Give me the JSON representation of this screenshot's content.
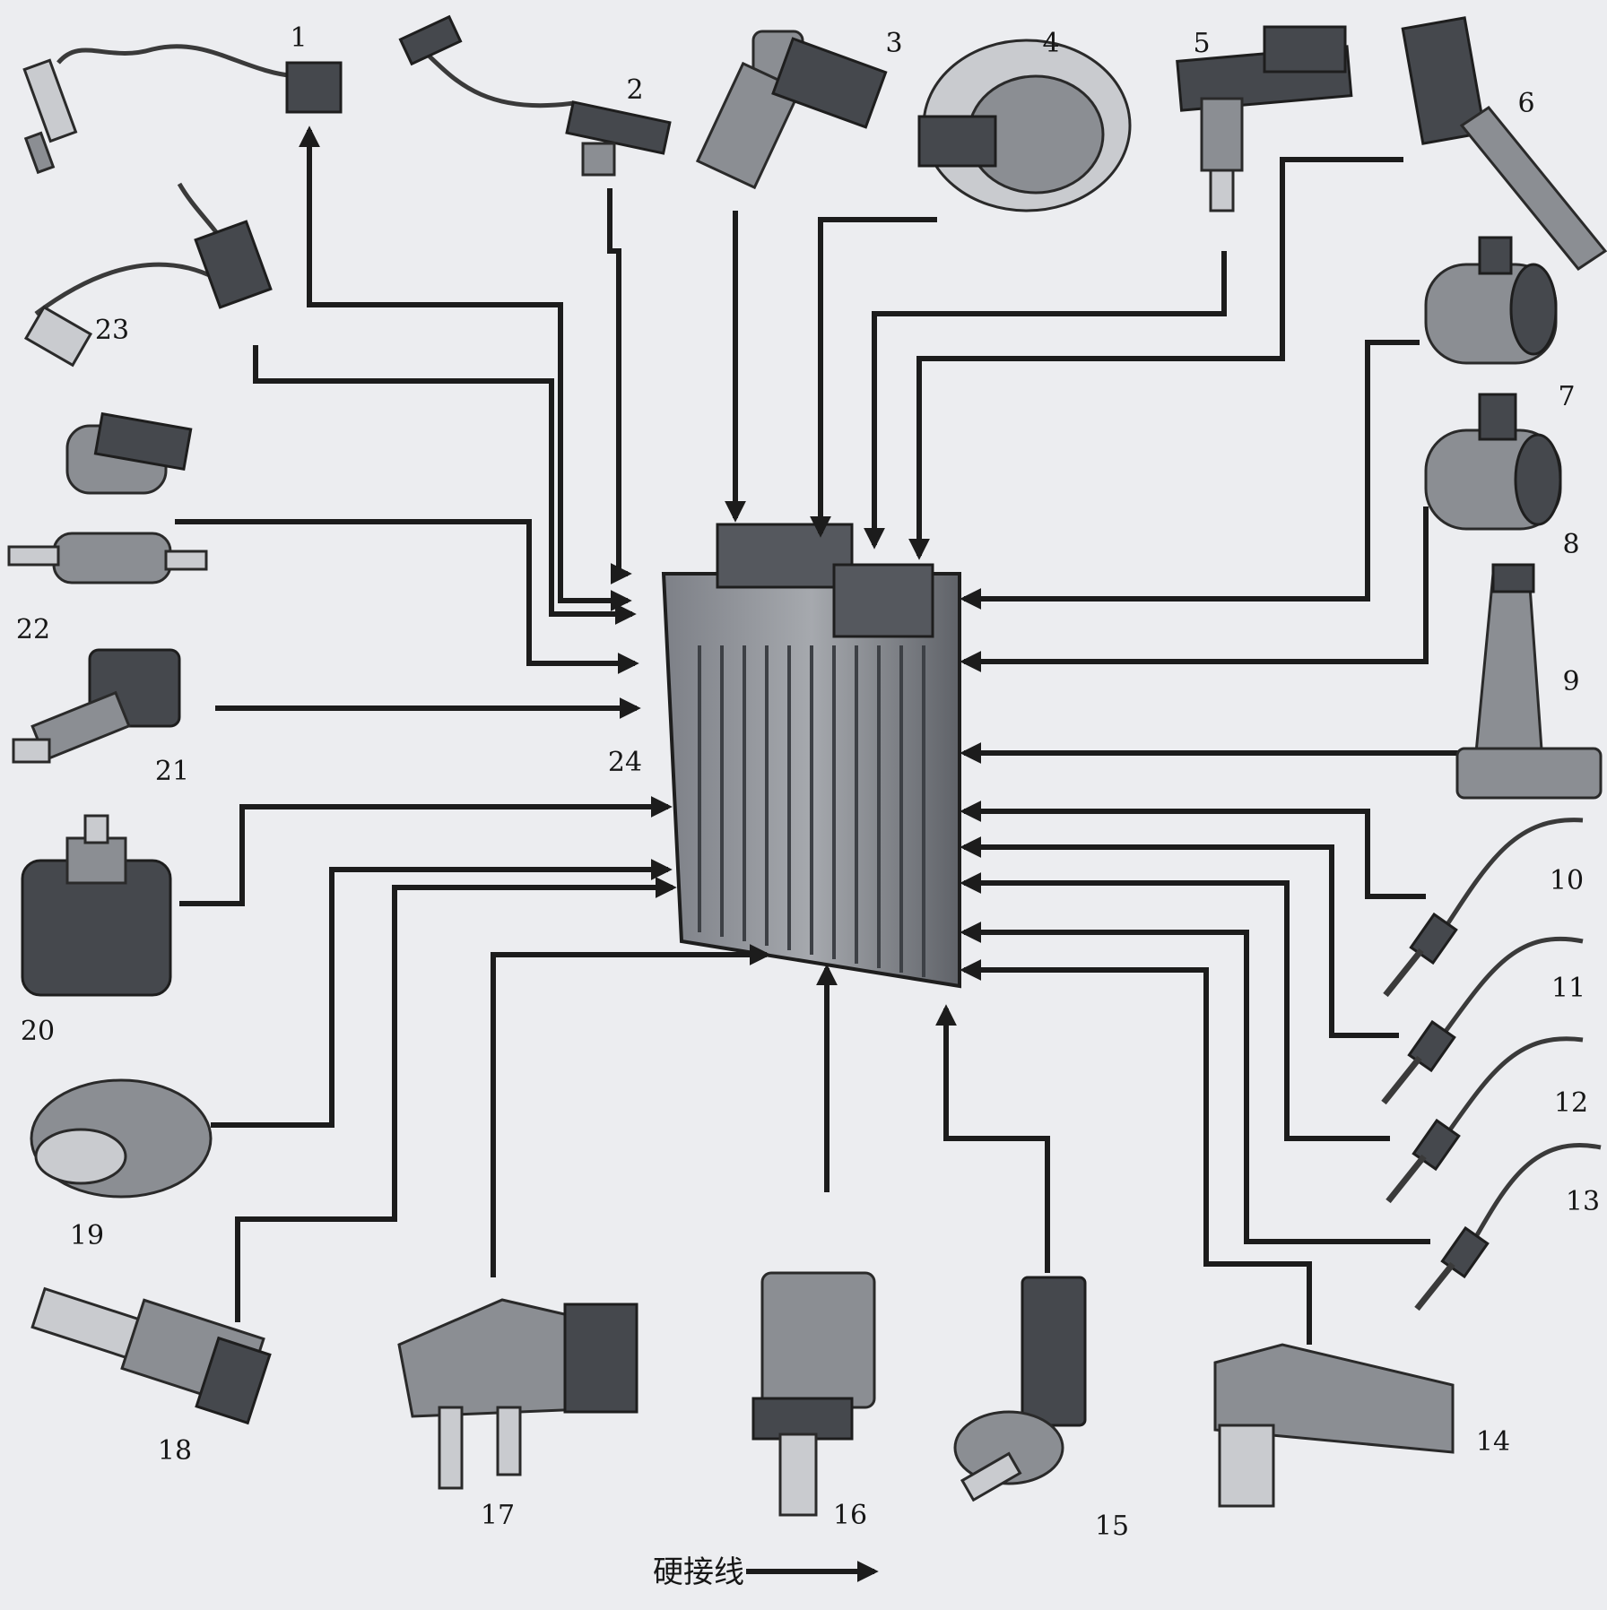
{
  "labels": {
    "c1": "1",
    "c2": "2",
    "c3": "3",
    "c4": "4",
    "c5": "5",
    "c6": "6",
    "c7": "7",
    "c8": "8",
    "c9": "9",
    "c10": "10",
    "c11": "11",
    "c12": "12",
    "c13": "13",
    "c14": "14",
    "c15": "15",
    "c16": "16",
    "c17": "17",
    "c18": "18",
    "c19": "19",
    "c20": "20",
    "c21": "21",
    "c22": "22",
    "c23": "23",
    "ecu": "24"
  },
  "legend": {
    "text": "硬接线"
  }
}
